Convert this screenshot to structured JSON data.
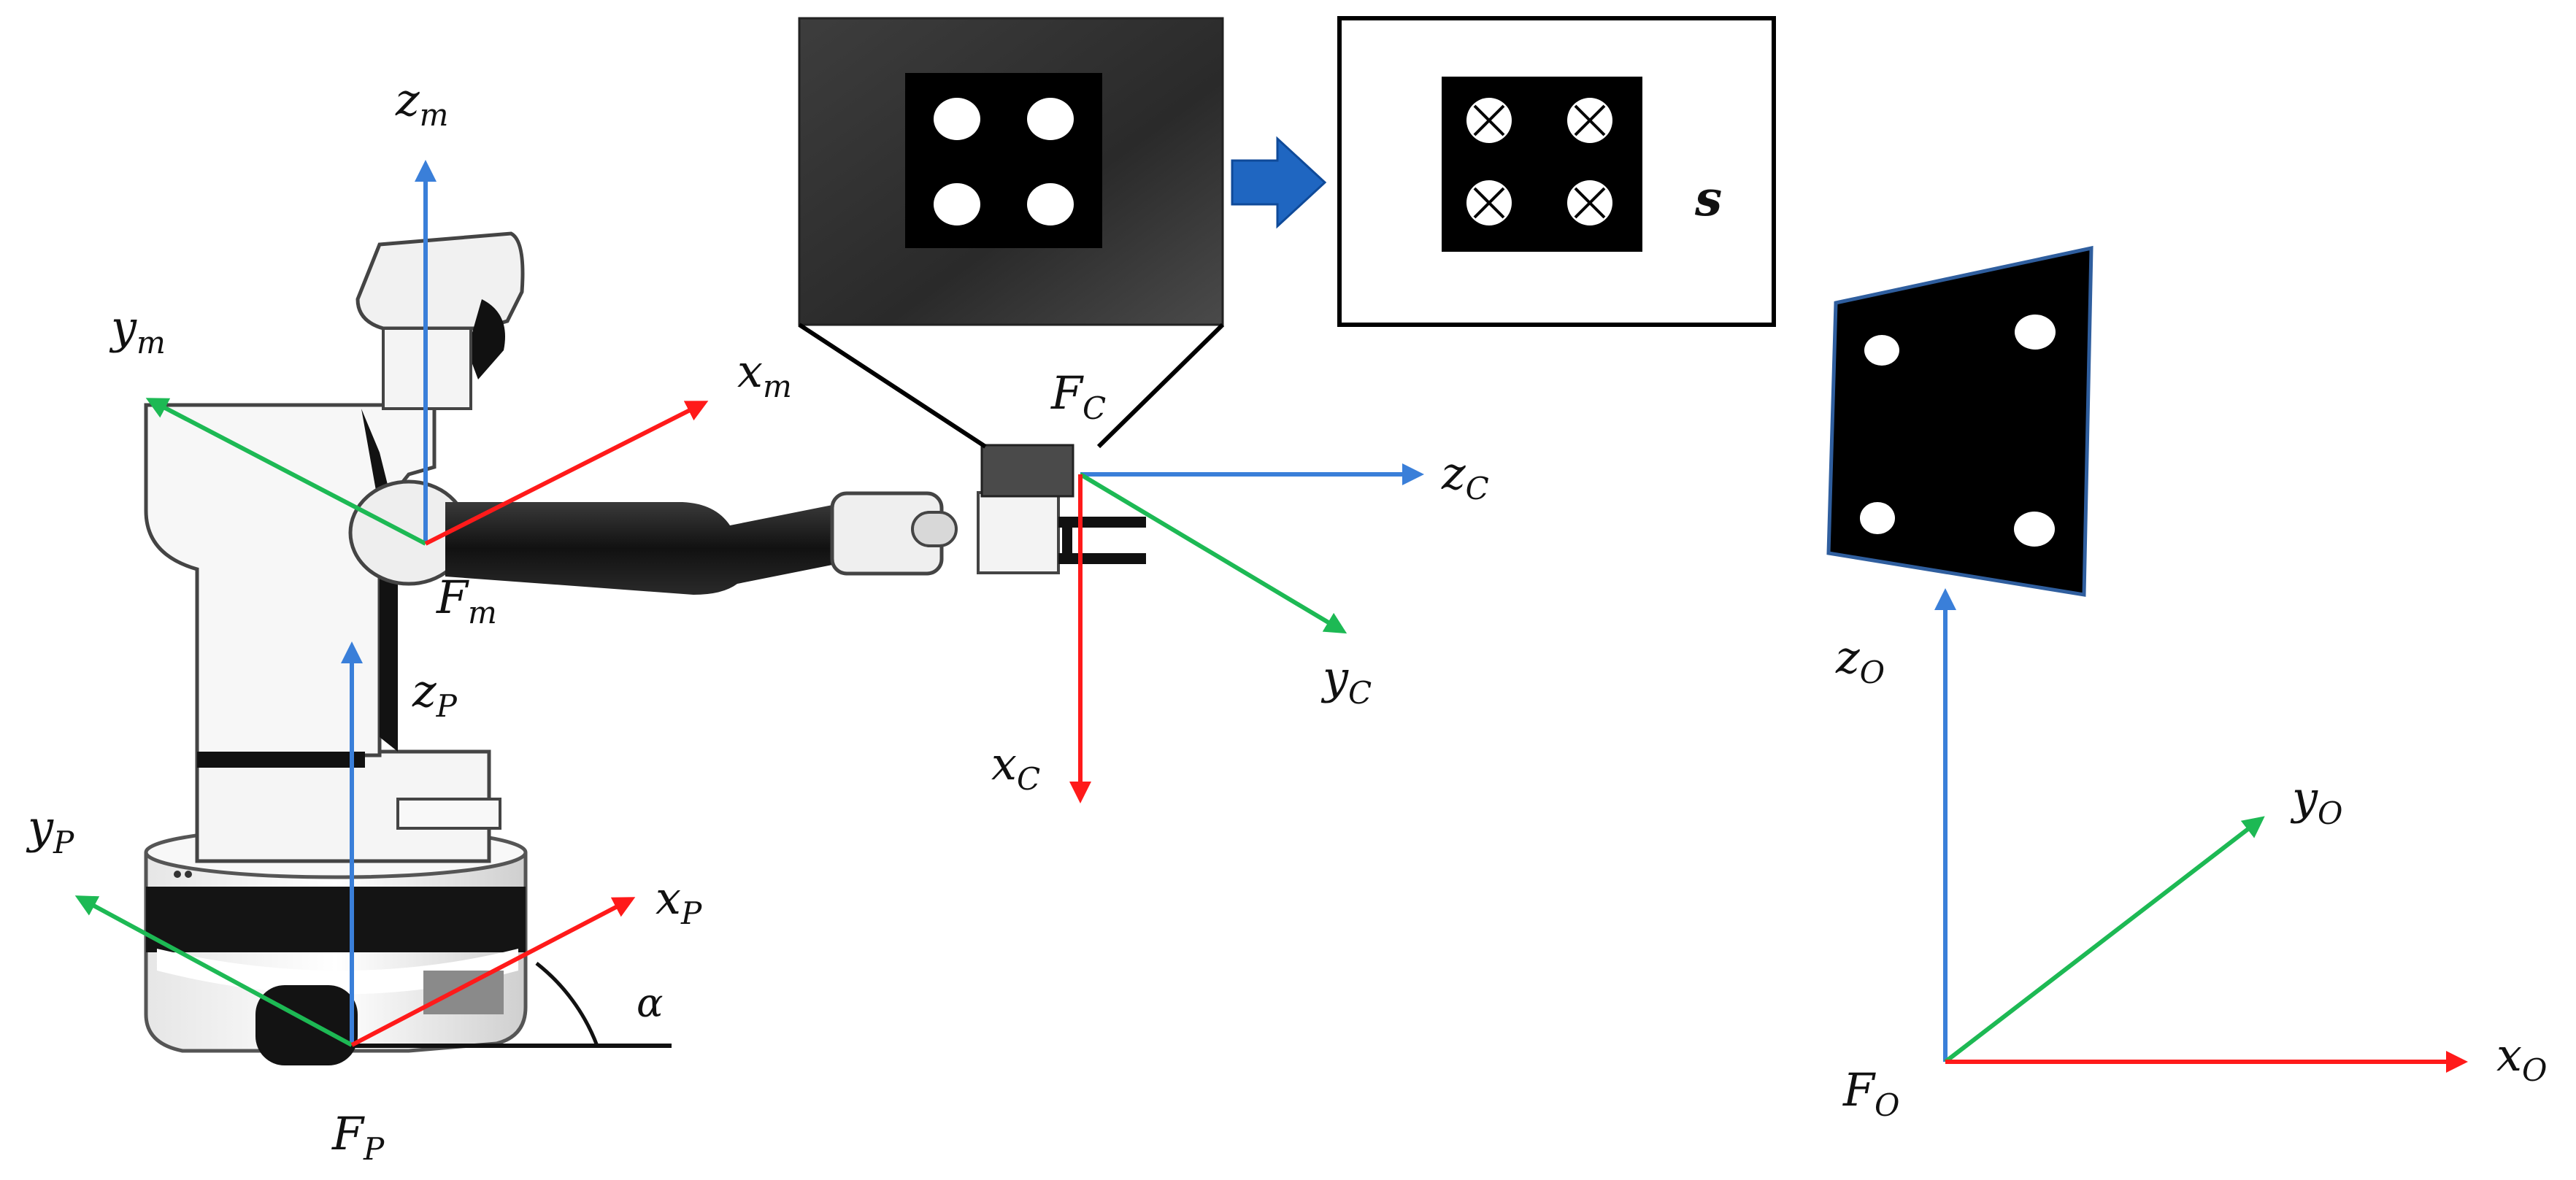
{
  "colors": {
    "x_axis": "#ff1a1a",
    "y_axis": "#1db954",
    "z_axis": "#3a7fd9",
    "arrow": "#1f66c1",
    "target": "#000000",
    "target_dots": "#ffffff",
    "robot_light": "#f2f2f2",
    "robot_dark": "#161616"
  },
  "frames": {
    "manipulator": {
      "name": "F",
      "sub": "m",
      "x": "x",
      "x_sub": "m",
      "y": "y",
      "y_sub": "m",
      "z": "z",
      "z_sub": "m"
    },
    "platform": {
      "name": "F",
      "sub": "P",
      "x": "x",
      "x_sub": "P",
      "y": "y",
      "y_sub": "P",
      "z": "z",
      "z_sub": "P"
    },
    "camera": {
      "name": "F",
      "sub": "C",
      "x": "x",
      "x_sub": "C",
      "y": "y",
      "y_sub": "C",
      "z": "z",
      "z_sub": "C"
    },
    "object": {
      "name": "F",
      "sub": "O",
      "x": "x",
      "x_sub": "O",
      "y": "y",
      "y_sub": "O",
      "z": "z",
      "z_sub": "O"
    }
  },
  "angle_label": "α",
  "features_label": "s",
  "icons": [
    "robot-arm",
    "camera-image",
    "feature-image",
    "arrow-right",
    "target-plate"
  ]
}
